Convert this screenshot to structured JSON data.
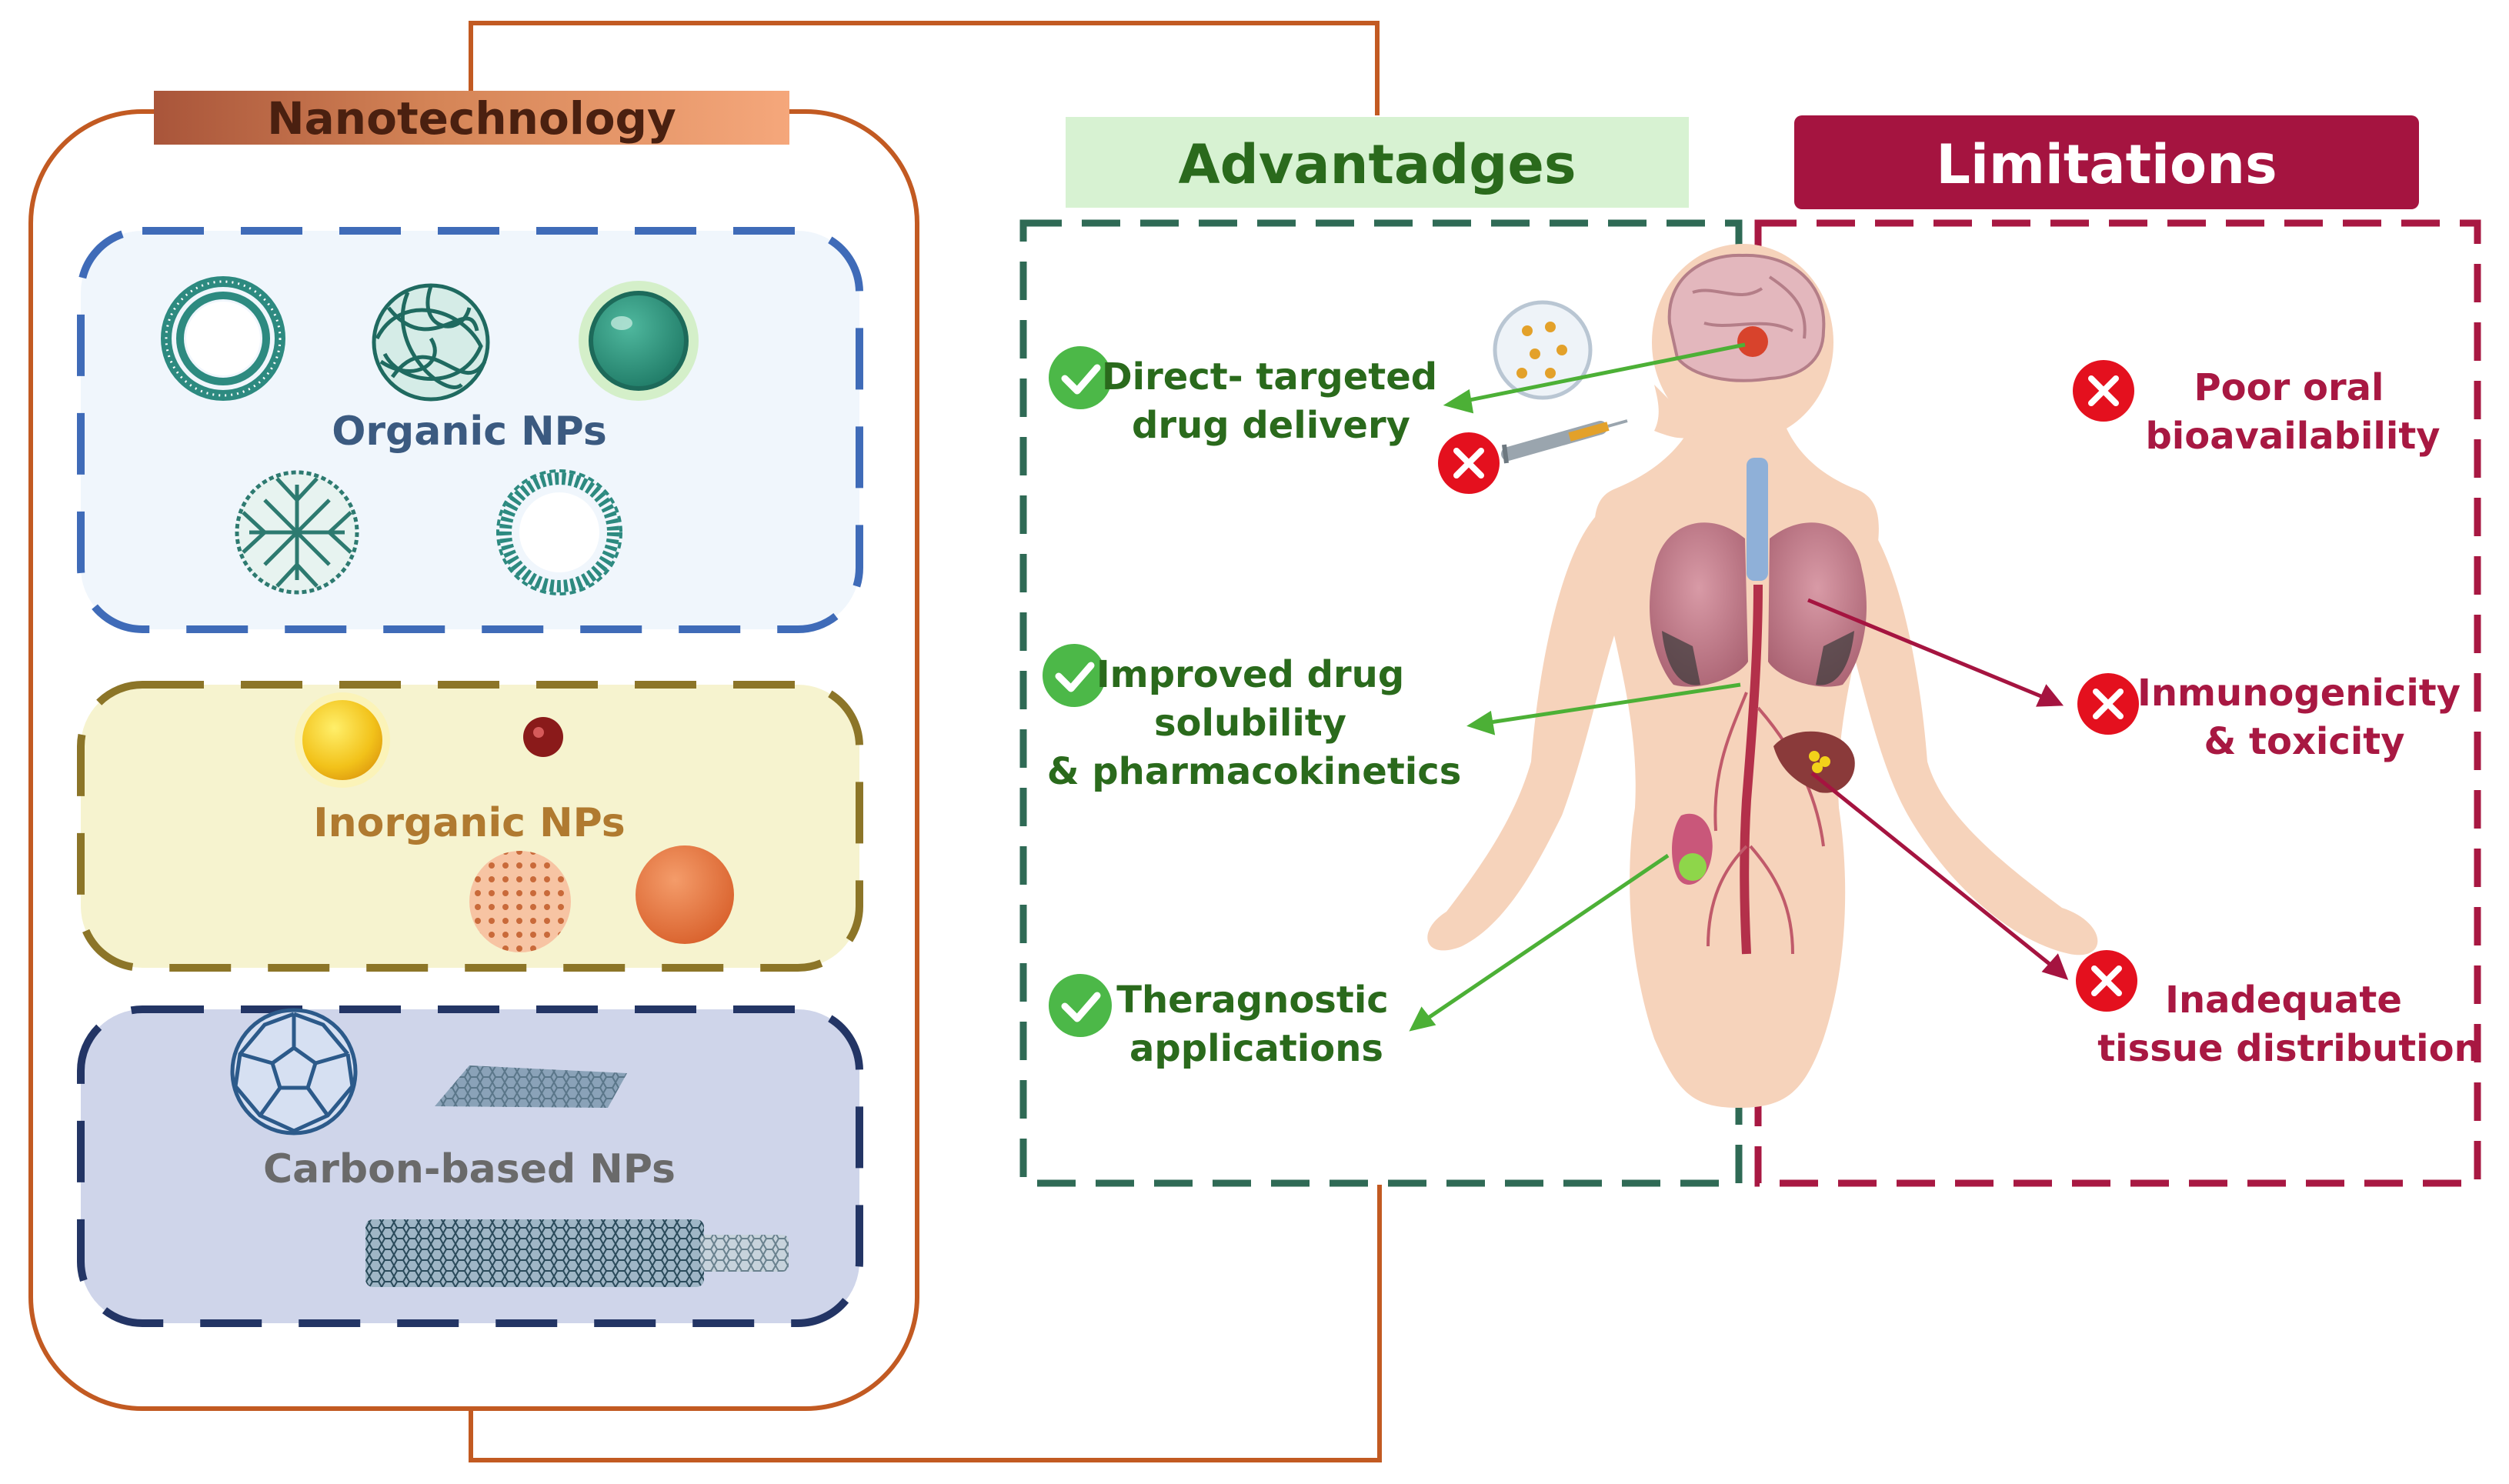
{
  "colors": {
    "frame": "#c25a22",
    "organic_bg": "#f0f6fc",
    "organic_border": "#3f6bb8",
    "organic_text": "#3b5a80",
    "inorganic_bg": "#f6f3cf",
    "inorganic_border": "#8c7528",
    "inorganic_text": "#b07a30",
    "carbon_bg": "#cfd5ea",
    "carbon_border": "#233565",
    "carbon_text": "#6a6a6a",
    "advantage": "#2a6a1c",
    "advantage_box": "#2f6a55",
    "advantage_header_bg": "#d7f2d2",
    "limitation": "#a81842",
    "limitation_header_bg": "#a51440",
    "check": "#4cb848",
    "cross": "#e4101e",
    "skin": "#f6d3bb"
  },
  "nanotech": {
    "title": "Nanotechnology",
    "organic": {
      "label": "Organic NPs",
      "icons": [
        "liposome-icon",
        "polymer-nanoparticle-icon",
        "solid-lipid-nanoparticle-icon",
        "dendrimer-icon",
        "micelle-icon"
      ]
    },
    "inorganic": {
      "label": "Inorganic NPs",
      "icons": [
        "gold-nanoparticle-icon",
        "iron-oxide-nanoparticle-icon",
        "mesoporous-silica-nanoparticle-icon",
        "copper-nanoparticle-icon"
      ]
    },
    "carbon": {
      "label": "Carbon-based NPs",
      "icons": [
        "fullerene-icon",
        "graphene-sheet-icon",
        "carbon-nanotube-icon"
      ]
    }
  },
  "advantages": {
    "header": "Advantadges",
    "items": [
      {
        "line1": "Direct- targeted",
        "line2": "drug delivery"
      },
      {
        "line1": "Improved drug",
        "line2": "solubility",
        "line3": "& pharmacokinetics"
      },
      {
        "line1": "Theragnostic",
        "line2": "applications"
      }
    ]
  },
  "limitations": {
    "header": "Limitations",
    "items": [
      {
        "line1": "Poor oral",
        "line2": "bioavailability"
      },
      {
        "line1": "Inmunogenicity",
        "line2": "& toxicity"
      },
      {
        "line1": "Inadequate",
        "line2": "tissue distribution"
      }
    ]
  },
  "body_figure": {
    "icons": [
      "human-body-icon",
      "brain-icon",
      "lungs-icon",
      "liver-icon",
      "kidney-icon",
      "syringe-icon",
      "nanoparticle-cluster-icon"
    ]
  }
}
